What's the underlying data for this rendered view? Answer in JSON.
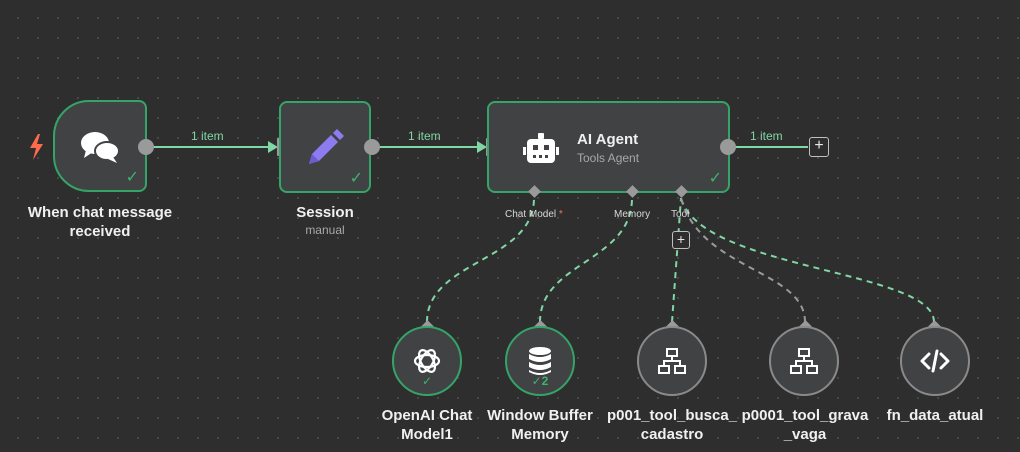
{
  "colors": {
    "canvas": "#2e2e2e",
    "node_fill": "#414244",
    "success": "#35a468",
    "edge": "#7fd7a4",
    "port": "#9a9a9a",
    "trigger_bolt": "#ff6a4d",
    "session_icon": "#8c7cf0"
  },
  "edges": {
    "trigger_to_session": "1 item",
    "session_to_agent": "1 item",
    "agent_output": "1 item"
  },
  "nodes": {
    "trigger": {
      "title": "When chat message received",
      "icon": "chat-bubbles-icon"
    },
    "session": {
      "title": "Session",
      "subtitle": "manual",
      "icon": "pencil-icon"
    },
    "agent": {
      "title": "AI Agent",
      "subtitle": "Tools Agent",
      "icon": "robot-icon",
      "connectors": {
        "chat_model": "Chat Model",
        "chat_model_required": "*",
        "memory": "Memory",
        "tool": "Tool"
      }
    }
  },
  "sub_nodes": [
    {
      "title": "OpenAI Chat Model1",
      "icon": "openai-icon",
      "status": "✓"
    },
    {
      "title": "Window Buffer Memory",
      "icon": "database-icon",
      "status": "✓2"
    },
    {
      "title": "p001_tool_busca_cadastro",
      "icon": "workflow-icon"
    },
    {
      "title": "p0001_tool_grava_vaga",
      "icon": "workflow-icon"
    },
    {
      "title": "fn_data_atual",
      "icon": "code-icon"
    }
  ]
}
